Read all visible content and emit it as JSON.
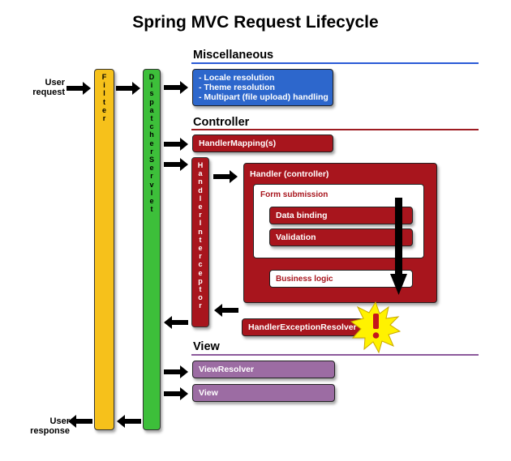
{
  "title": "Spring MVC Request Lifecycle",
  "labels": {
    "user_request": "User\nrequest",
    "user_response": "User\nresponse"
  },
  "filter": {
    "label": "Filter"
  },
  "dispatcher": {
    "label": "DispatcherServlet"
  },
  "interceptor": {
    "label": "HandlerInterceptor"
  },
  "sections": {
    "misc": "Miscellaneous",
    "controller": "Controller",
    "view": "View"
  },
  "misc_items": [
    "- Locale resolution",
    "- Theme resolution",
    "- Multipart (file upload) handling"
  ],
  "controller": {
    "handler_mapping": "HandlerMapping(s)",
    "handler": "Handler (controller)",
    "form_submission": "Form submission",
    "data_binding": "Data binding",
    "validation": "Validation",
    "business_logic": "Business logic",
    "exception_resolver": "HandlerExceptionResolver"
  },
  "view": {
    "view_resolver": "ViewResolver",
    "view": "View"
  },
  "colors": {
    "filter": "#f6c11b",
    "dispatcher": "#3dbf3a",
    "red": "#a8151d",
    "purple": "#9c6ca3",
    "blue": "#2d67cc",
    "misc_rule": "#2a5bd6",
    "controller_rule": "#9e1b22",
    "view_rule": "#8c5a9c"
  },
  "icons": [
    "arrow-right-icon",
    "arrow-left-icon",
    "arrow-down-icon",
    "exclamation-burst-icon"
  ]
}
